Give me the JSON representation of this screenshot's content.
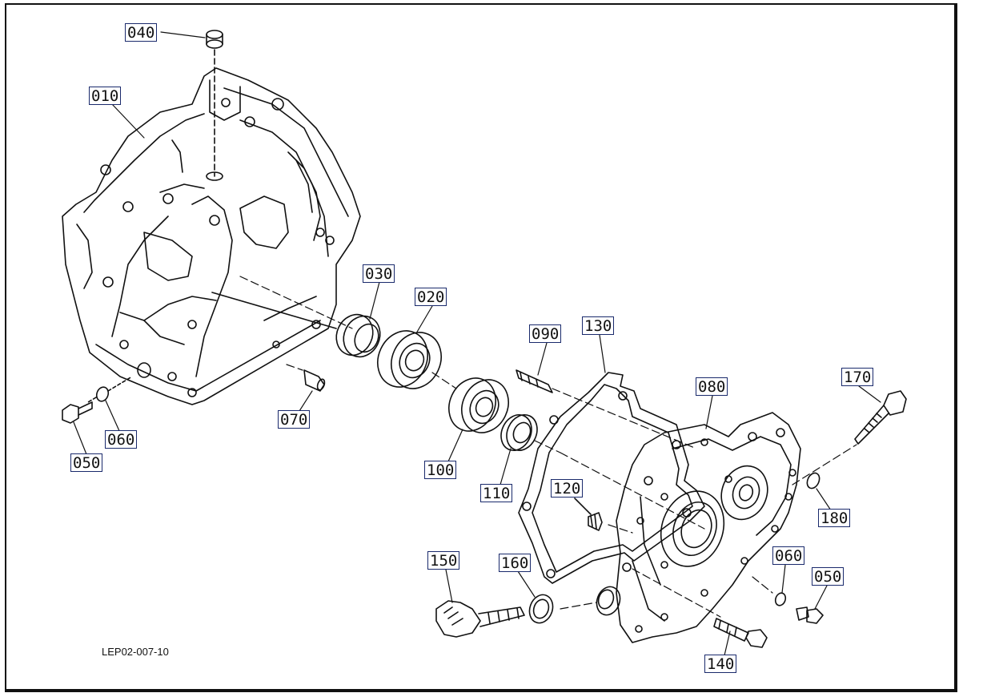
{
  "drawing": {
    "code": "LEP02-007-10"
  },
  "callouts": [
    {
      "id": "c040",
      "label": "040"
    },
    {
      "id": "c010",
      "label": "010"
    },
    {
      "id": "c030",
      "label": "030"
    },
    {
      "id": "c020",
      "label": "020"
    },
    {
      "id": "c090",
      "label": "090"
    },
    {
      "id": "c130",
      "label": "130"
    },
    {
      "id": "c080",
      "label": "080"
    },
    {
      "id": "c170",
      "label": "170"
    },
    {
      "id": "c060a",
      "label": "060"
    },
    {
      "id": "c050a",
      "label": "050"
    },
    {
      "id": "c070",
      "label": "070"
    },
    {
      "id": "c100",
      "label": "100"
    },
    {
      "id": "c110",
      "label": "110"
    },
    {
      "id": "c120",
      "label": "120"
    },
    {
      "id": "c180",
      "label": "180"
    },
    {
      "id": "c150",
      "label": "150"
    },
    {
      "id": "c160",
      "label": "160"
    },
    {
      "id": "c060b",
      "label": "060"
    },
    {
      "id": "c050b",
      "label": "050"
    },
    {
      "id": "c140",
      "label": "140"
    }
  ]
}
